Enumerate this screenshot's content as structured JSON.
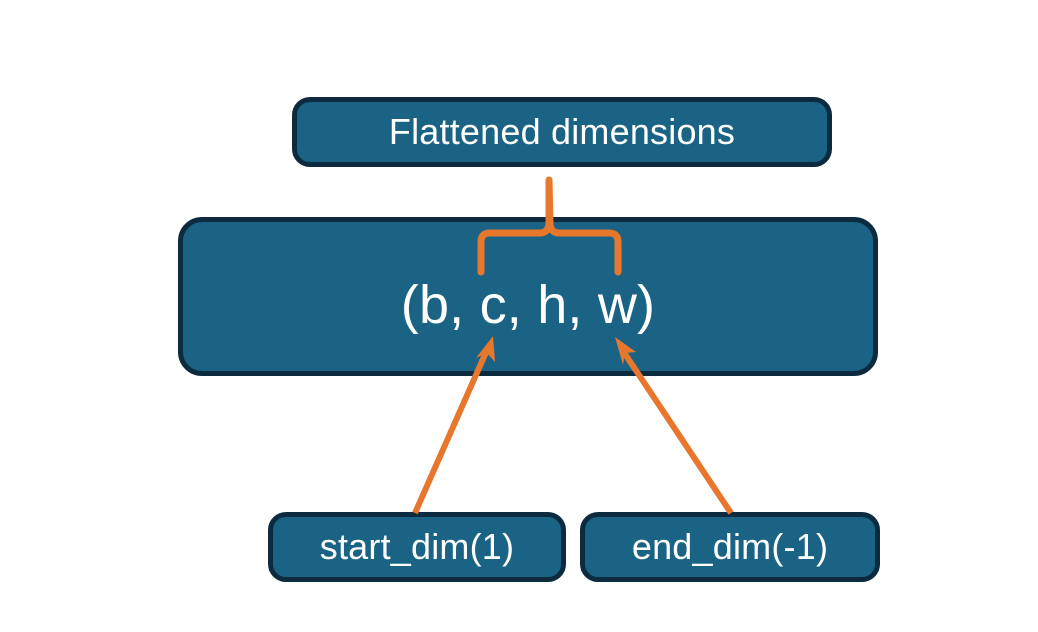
{
  "diagram": {
    "title_node": {
      "label": "Flattened dimensions",
      "name": "flattened-dimensions-node"
    },
    "shape_node": {
      "label": "(b, c, h, w)",
      "name": "tensor-shape-node"
    },
    "start_node": {
      "label": "start_dim(1)",
      "name": "start-dim-node"
    },
    "end_node": {
      "label": "end_dim(-1)",
      "name": "end-dim-node"
    },
    "colors": {
      "node_fill": "#1b6384",
      "node_border": "#0d2b3e",
      "node_text": "#ffffff",
      "connector": "#e8772e",
      "background": "#ffffff"
    },
    "connectors": [
      {
        "name": "brace-flattened-to-shape",
        "from": "flattened-dimensions-node",
        "to": "tensor-shape-node",
        "style": "curly-brace"
      },
      {
        "name": "arrow-start-dim-to-shape",
        "from": "start-dim-node",
        "to": "tensor-shape-node",
        "style": "arrow"
      },
      {
        "name": "arrow-end-dim-to-shape",
        "from": "end-dim-node",
        "to": "tensor-shape-node",
        "style": "arrow"
      }
    ]
  }
}
